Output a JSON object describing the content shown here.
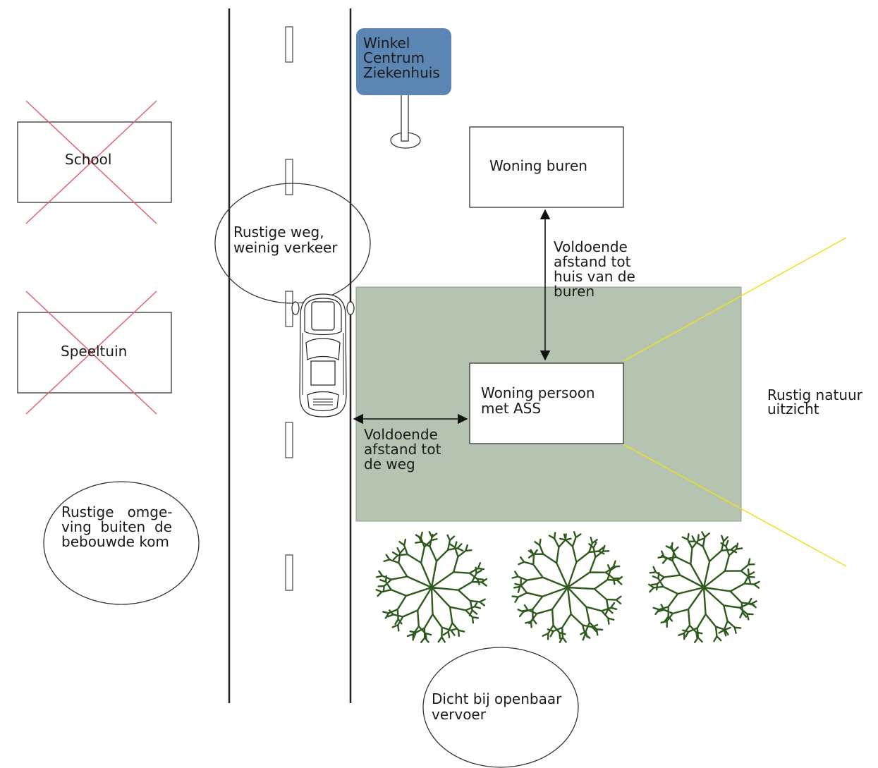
{
  "sign": {
    "lines": [
      "Winkel",
      "Centrum",
      "Ziekenhuis"
    ],
    "color": "#5b86b4"
  },
  "crossed_out": {
    "school": "School",
    "playground": "Speeltuin",
    "cross_color": "#e0626a"
  },
  "road_note": {
    "lines": [
      "Rustige weg,",
      "weinig verkeer"
    ]
  },
  "surroundings_note": {
    "lines": [
      "Rustige   omge-",
      "ving  buiten  de",
      "bebouwde kom"
    ]
  },
  "transport_note": {
    "lines": [
      "Dicht bij openbaar",
      "vervoer"
    ]
  },
  "neighbour_house": {
    "label": "Woning buren"
  },
  "neighbour_distance": {
    "lines": [
      "Voldoende",
      "afstand tot",
      "huis van de",
      "buren"
    ]
  },
  "plot": {
    "color": "#b5c4b1"
  },
  "main_house": {
    "lines": [
      "Woning persoon",
      "met ASS"
    ]
  },
  "road_distance": {
    "lines": [
      "Voldoende",
      "afstand tot",
      "de weg"
    ]
  },
  "view_note": {
    "lines": [
      "Rustig natuur",
      "uitzicht"
    ],
    "line_color": "#f0e020"
  },
  "trees": {
    "count": 3,
    "color": "#2f5a1e"
  }
}
